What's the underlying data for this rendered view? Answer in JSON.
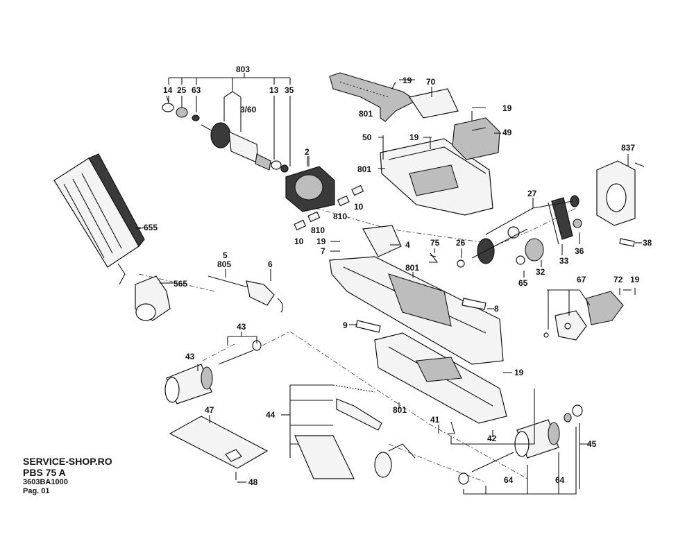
{
  "footer": {
    "shop": "SERVICE-SHOP.RO",
    "model": "PBS 75 A",
    "part_code": "3603BA1000",
    "page": "Pag. 01"
  },
  "labels": {
    "l803": "803",
    "l14": "14",
    "l25": "25",
    "l63": "63",
    "l13": "13",
    "l35": "35",
    "l3_60": "3/60",
    "l2": "2",
    "l655": "655",
    "l565": "565",
    "l10a": "10",
    "l810a": "810",
    "l810b": "810",
    "l10b": "10",
    "l5": "5",
    "l805": "805",
    "l6": "6",
    "l19a": "19",
    "l70": "70",
    "l19b": "19",
    "l801a": "801",
    "l50": "50",
    "l19c": "19",
    "l49": "49",
    "l801b": "801",
    "l837": "837",
    "l27": "27",
    "l38": "38",
    "l19d": "19",
    "l4": "4",
    "l7": "7",
    "l75": "75",
    "l26": "26",
    "l36": "36",
    "l801c": "801",
    "l32": "32",
    "l33": "33",
    "l65": "65",
    "l67": "67",
    "l72": "72",
    "l19e": "19",
    "l8": "8",
    "l9": "9",
    "l43a": "43",
    "l43b": "43",
    "l19f": "19",
    "l47": "47",
    "l44": "44",
    "l801d": "801",
    "l41": "41",
    "l42": "42",
    "l45": "45",
    "l64a": "64",
    "l64b": "64",
    "l48": "48"
  }
}
